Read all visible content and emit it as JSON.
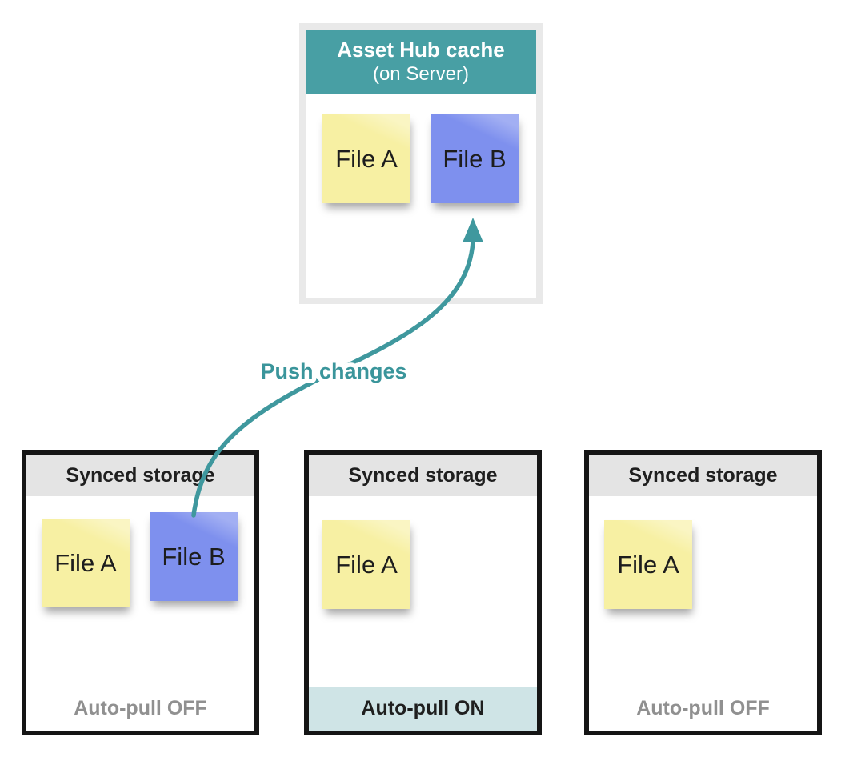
{
  "colors": {
    "teal_header": "#489fa4",
    "teal_arrow": "#3f989e",
    "note_yellow": "#f7f0a3",
    "note_blue": "#7e90ee",
    "server_border_gray": "#e9e9e9",
    "header_bar_gray": "#e4e4e4",
    "storage_border_black": "#151515",
    "footer_off_text": "#909090",
    "footer_on_bg": "#cfe4e6",
    "text_dark": "#1f1f1f"
  },
  "server_box": {
    "title": "Asset Hub cache",
    "subtitle": "(on Server)",
    "files": [
      {
        "label": "File A",
        "color": "yellow"
      },
      {
        "label": "File B",
        "color": "blue"
      }
    ]
  },
  "arrow": {
    "label": "Push changes"
  },
  "storage_boxes": [
    {
      "title": "Synced storage",
      "files": [
        {
          "label": "File A",
          "color": "yellow"
        },
        {
          "label": "File B",
          "color": "blue"
        }
      ],
      "footer": "Auto-pull OFF",
      "state": "off"
    },
    {
      "title": "Synced storage",
      "files": [
        {
          "label": "File A",
          "color": "yellow"
        }
      ],
      "footer": "Auto-pull ON",
      "state": "on"
    },
    {
      "title": "Synced storage",
      "files": [
        {
          "label": "File A",
          "color": "yellow"
        }
      ],
      "footer": "Auto-pull OFF",
      "state": "off"
    }
  ]
}
